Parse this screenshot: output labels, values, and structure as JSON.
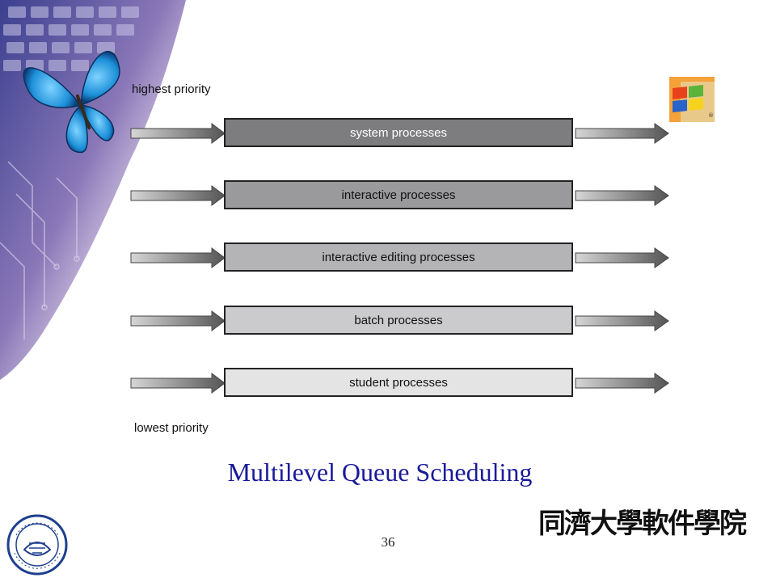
{
  "diagram": {
    "top_label": "highest priority",
    "bottom_label": "lowest priority",
    "queues": [
      {
        "label": "system processes",
        "fill": "#7d7d80"
      },
      {
        "label": "interactive processes",
        "fill": "#9a9a9d"
      },
      {
        "label": "interactive editing processes",
        "fill": "#b4b4b6"
      },
      {
        "label": "batch processes",
        "fill": "#cbcbcd"
      },
      {
        "label": "student processes",
        "fill": "#e4e4e5"
      }
    ]
  },
  "slide": {
    "title": "Multilevel Queue Scheduling",
    "page_number": "36",
    "school_name": "同濟大學軟件學院"
  },
  "colors": {
    "title": "#1a1a9a",
    "arrow_dark": "#555555",
    "arrow_light": "#d6d6d6"
  },
  "icons": [
    "butterfly-icon",
    "windows-logo-icon",
    "university-seal-icon"
  ]
}
